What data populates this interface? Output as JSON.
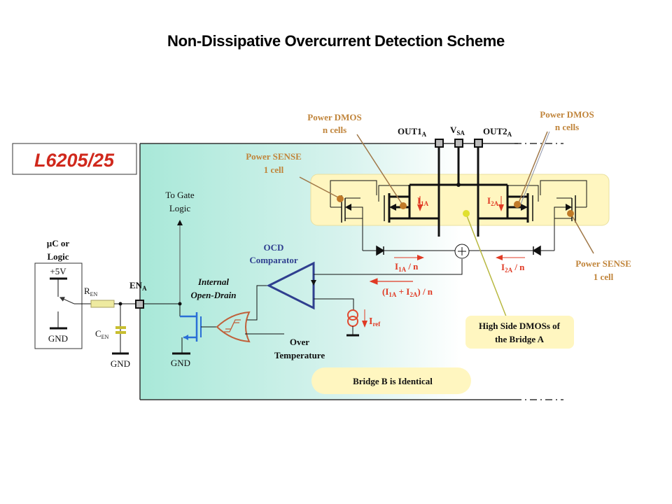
{
  "title": "Non-Dissipative Overcurrent Detection Scheme",
  "device_label": "L6205/25",
  "colors": {
    "device_label": "#d0281c",
    "chip_bg_left": "#a8e8d8",
    "highlight_band": "#fff6c0",
    "callout_orange": "#c0843a",
    "current_red": "#e03a24",
    "comparator_blue": "#2f3f8f",
    "mosfet_blue": "#2a6fd6"
  },
  "external": {
    "mcu_label_line1": "µC or",
    "mcu_label_line2": "Logic",
    "supply": "+5V",
    "mcu_gnd": "GND",
    "resistor_main": "R",
    "resistor_sub": "EN",
    "cap_main": "C",
    "cap_sub": "EN",
    "cap_gnd": "GND",
    "pin_main": "EN",
    "pin_sub": "A"
  },
  "internal": {
    "gate_logic_line1": "To Gate",
    "gate_logic_line2": "Logic",
    "open_drain_line1": "Internal",
    "open_drain_line2": "Open-Drain",
    "open_drain_gnd": "GND",
    "comparator_line1": "OCD",
    "comparator_line2": "Comparator",
    "over_temp_line1": "Over",
    "over_temp_line2": "Temperature",
    "iref_main": "I",
    "iref_sub": "ref"
  },
  "pins": {
    "out1_main": "OUT1",
    "out1_sub": "A",
    "vs_main": "V",
    "vs_sub": "SA",
    "out2_main": "OUT2",
    "out2_sub": "A"
  },
  "callouts": {
    "dmos_left_line1": "Power DMOS",
    "dmos_left_line2": "n cells",
    "dmos_right_line1": "Power DMOS",
    "dmos_right_line2": "n cells",
    "sense_left_line1": "Power SENSE",
    "sense_left_line2": "1 cell",
    "sense_right_line1": "Power SENSE",
    "sense_right_line2": "1 cell",
    "high_side_line1": "High Side DMOSs of",
    "high_side_line2": "the Bridge A",
    "bridge_b": "Bridge B  is Identical"
  },
  "currents": {
    "i1a_main": "I",
    "i1a_sub": "1A",
    "i2a_main": "I",
    "i2a_sub": "2A",
    "i1a_n_main": "I",
    "i1a_n_sub": "1A",
    "i1a_n_tail": " / n",
    "i2a_n_main": "I",
    "i2a_n_sub": "2A",
    "i2a_n_tail": " / n",
    "sum_open": "(I",
    "sum_sub1": "1A",
    "sum_plus": " + I",
    "sum_sub2": "2A",
    "sum_close": ") / n"
  }
}
